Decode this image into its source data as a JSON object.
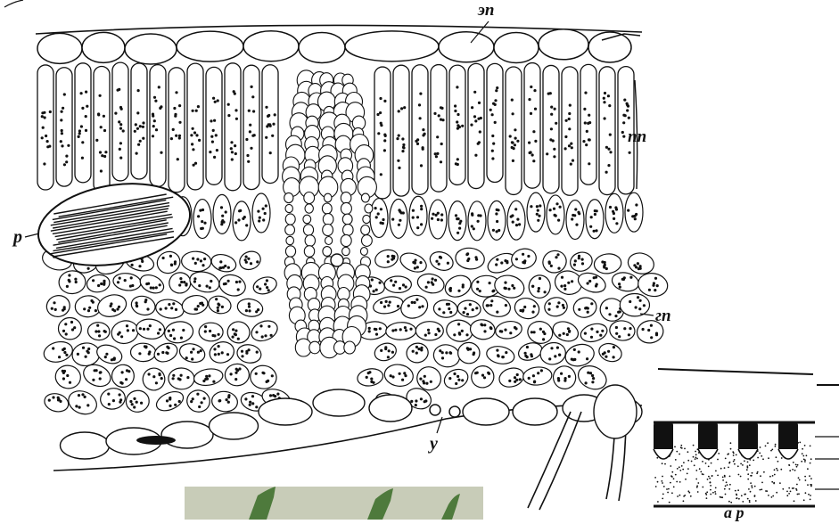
{
  "labels": {
    "epidermis": "эп",
    "palisade": "пп",
    "crystal_cell": "р",
    "spongy": "гп",
    "stoma": "у",
    "inset_caption": "а р"
  },
  "colors": {
    "ink": "#111111",
    "paper": "#ffffff",
    "photo_bg": "#c8ccb8",
    "photo_leaf": "#4e7a3c"
  }
}
